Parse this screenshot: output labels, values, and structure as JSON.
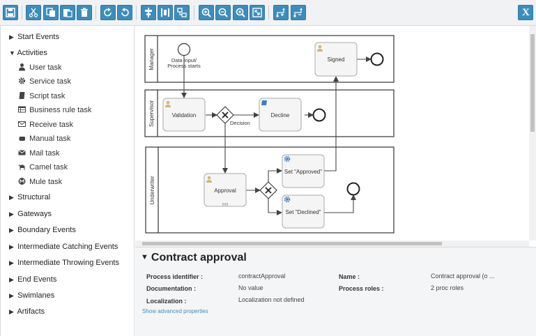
{
  "toolbar": {
    "buttons": [
      "save-icon",
      "cut-icon",
      "copy-icon",
      "paste-icon",
      "delete-icon",
      "redo-icon",
      "undo-icon",
      "align-center-icon",
      "distribute-icon",
      "group-icon",
      "zoom-in-icon",
      "zoom-out-icon",
      "zoom-fit-icon",
      "fit-screen-icon",
      "add-flow-icon",
      "delete-flow-icon"
    ],
    "close_label": "X"
  },
  "palette": {
    "groups": [
      {
        "label": "Start Events"
      },
      {
        "label": "Activities"
      },
      {
        "label": "Structural"
      },
      {
        "label": "Gateways"
      },
      {
        "label": "Boundary Events"
      },
      {
        "label": "Intermediate Catching Events"
      },
      {
        "label": "Intermediate Throwing Events"
      },
      {
        "label": "End Events"
      },
      {
        "label": "Swimlanes"
      },
      {
        "label": "Artifacts"
      }
    ],
    "activities": [
      {
        "label": "User task",
        "icon": "user-icon"
      },
      {
        "label": "Service task",
        "icon": "gear-icon"
      },
      {
        "label": "Script task",
        "icon": "script-icon"
      },
      {
        "label": "Business rule task",
        "icon": "table-icon"
      },
      {
        "label": "Receive task",
        "icon": "envelope-icon"
      },
      {
        "label": "Manual task",
        "icon": "hand-icon"
      },
      {
        "label": "Mail task",
        "icon": "mail-icon"
      },
      {
        "label": "Camel task",
        "icon": "camel-icon"
      },
      {
        "label": "Mule task",
        "icon": "mule-icon"
      }
    ]
  },
  "diagram": {
    "lanes": [
      "Manager",
      "Supervisor",
      "Underwriter"
    ],
    "start_label_1": "Data input/",
    "start_label_2": "Process starts",
    "signed": "Signed",
    "validation": "Validation",
    "decision": "Decision",
    "decline": "Decline",
    "approval": "Approval",
    "set_approved": "Set \"Approved\"",
    "set_declined": "Set \"Declined\""
  },
  "properties": {
    "title": "Contract approval",
    "process_identifier_label": "Process identifier :",
    "process_identifier_value": "contractApproval",
    "name_label": "Name :",
    "name_value": "Contract approval (o ...",
    "documentation_label": "Documentation :",
    "documentation_value": "No value",
    "process_roles_label": "Process roles :",
    "process_roles_value": "2 proc roles",
    "localization_label": "Localization :",
    "localization_value": "Localization not defined",
    "advanced_link": "Show advanced properties"
  },
  "colors": {
    "accent": "#3c8dbc",
    "task_fill": "#f5f5f5",
    "user_icon": "#d1b574",
    "service_icon": "#3f7fbf"
  }
}
